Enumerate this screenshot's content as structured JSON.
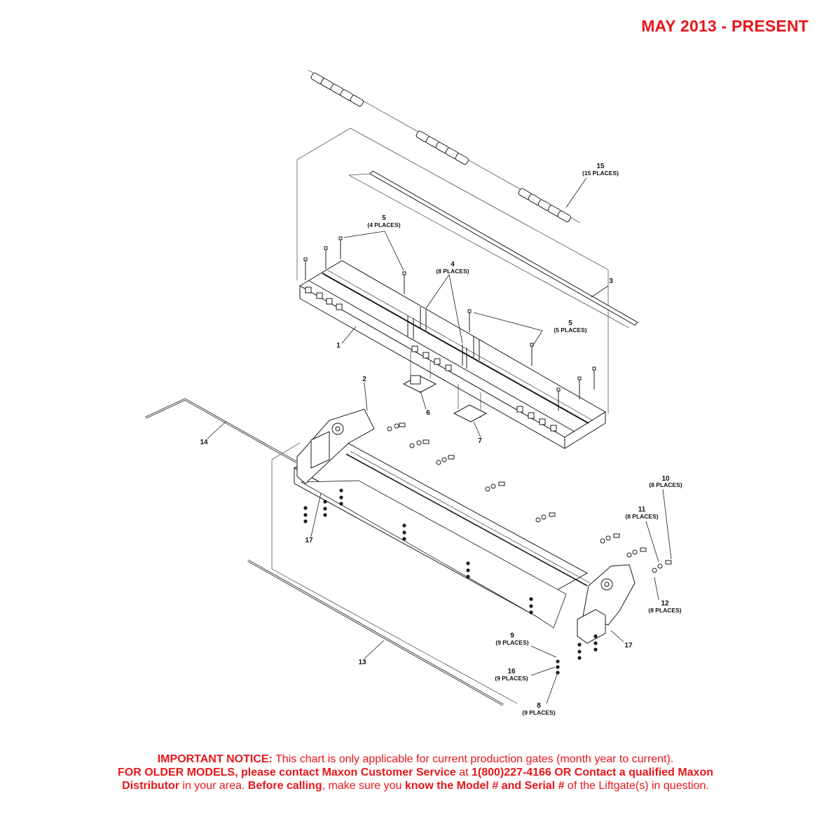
{
  "header": {
    "date_range": "MAY 2013 - PRESENT"
  },
  "diagram": {
    "callouts": [
      {
        "num": "1",
        "note": ""
      },
      {
        "num": "2",
        "note": ""
      },
      {
        "num": "3",
        "note": ""
      },
      {
        "num": "4",
        "note": "(8 PLACES)"
      },
      {
        "num": "5",
        "note": "(4 PLACES)"
      },
      {
        "num": "5",
        "note": "(5 PLACES)"
      },
      {
        "num": "6",
        "note": ""
      },
      {
        "num": "7",
        "note": ""
      },
      {
        "num": "8",
        "note": "(9 PLACES)"
      },
      {
        "num": "9",
        "note": "(9 PLACES)"
      },
      {
        "num": "10",
        "note": "(8 PLACES)"
      },
      {
        "num": "11",
        "note": "(8 PLACES)"
      },
      {
        "num": "12",
        "note": "(8 PLACES)"
      },
      {
        "num": "13",
        "note": ""
      },
      {
        "num": "14",
        "note": ""
      },
      {
        "num": "15",
        "note": "(15 PLACES)"
      },
      {
        "num": "16",
        "note": "(9 PLACES)"
      },
      {
        "num": "17",
        "note": ""
      },
      {
        "num": "17",
        "note": ""
      }
    ]
  },
  "notice": {
    "line1_bold": "IMPORTANT NOTICE:",
    "line1_rest": " This chart is only applicable for current production gates (month year to current).",
    "line2_bold_a": "FOR OLDER MODELS, please contact Maxon Customer Service",
    "line2_mid": " at ",
    "line2_bold_b": "1(800)227-4166 OR Contact a qualified Maxon",
    "line3_bold_a": "Distributor",
    "line3_mid_a": " in your area. ",
    "line3_bold_b": "Before calling",
    "line3_mid_b": ", make sure you ",
    "line3_bold_c": "know the Model # and Serial #",
    "line3_end": " of the Liftgate(s) in question."
  }
}
